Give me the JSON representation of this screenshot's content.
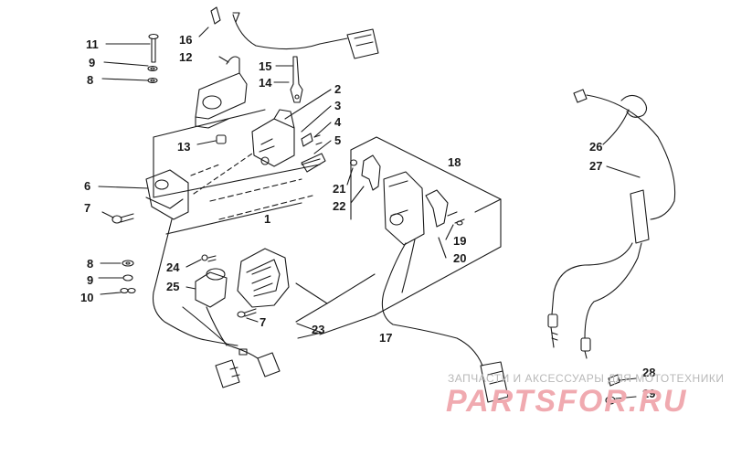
{
  "diagram": {
    "callouts": [
      "1",
      "2",
      "3",
      "4",
      "5",
      "6",
      "7",
      "8",
      "9",
      "10",
      "11",
      "12",
      "13",
      "14",
      "15",
      "16",
      "17",
      "18",
      "19",
      "20",
      "21",
      "22",
      "23",
      "24",
      "25",
      "26",
      "27",
      "28",
      "29"
    ],
    "callout_7b": "7",
    "callout_8b": "8",
    "callout_9b": "9"
  },
  "watermark": {
    "line1": "ЗАПЧАСТИ И АКСЕССУАРЫ ДЛЯ МОТОТЕХНИКИ",
    "line2": "PARTSFOR.RU"
  },
  "colors": {
    "line": "#1a1a1a",
    "watermark_text": "#b8b8b8",
    "watermark_logo": "#f0aab0"
  }
}
